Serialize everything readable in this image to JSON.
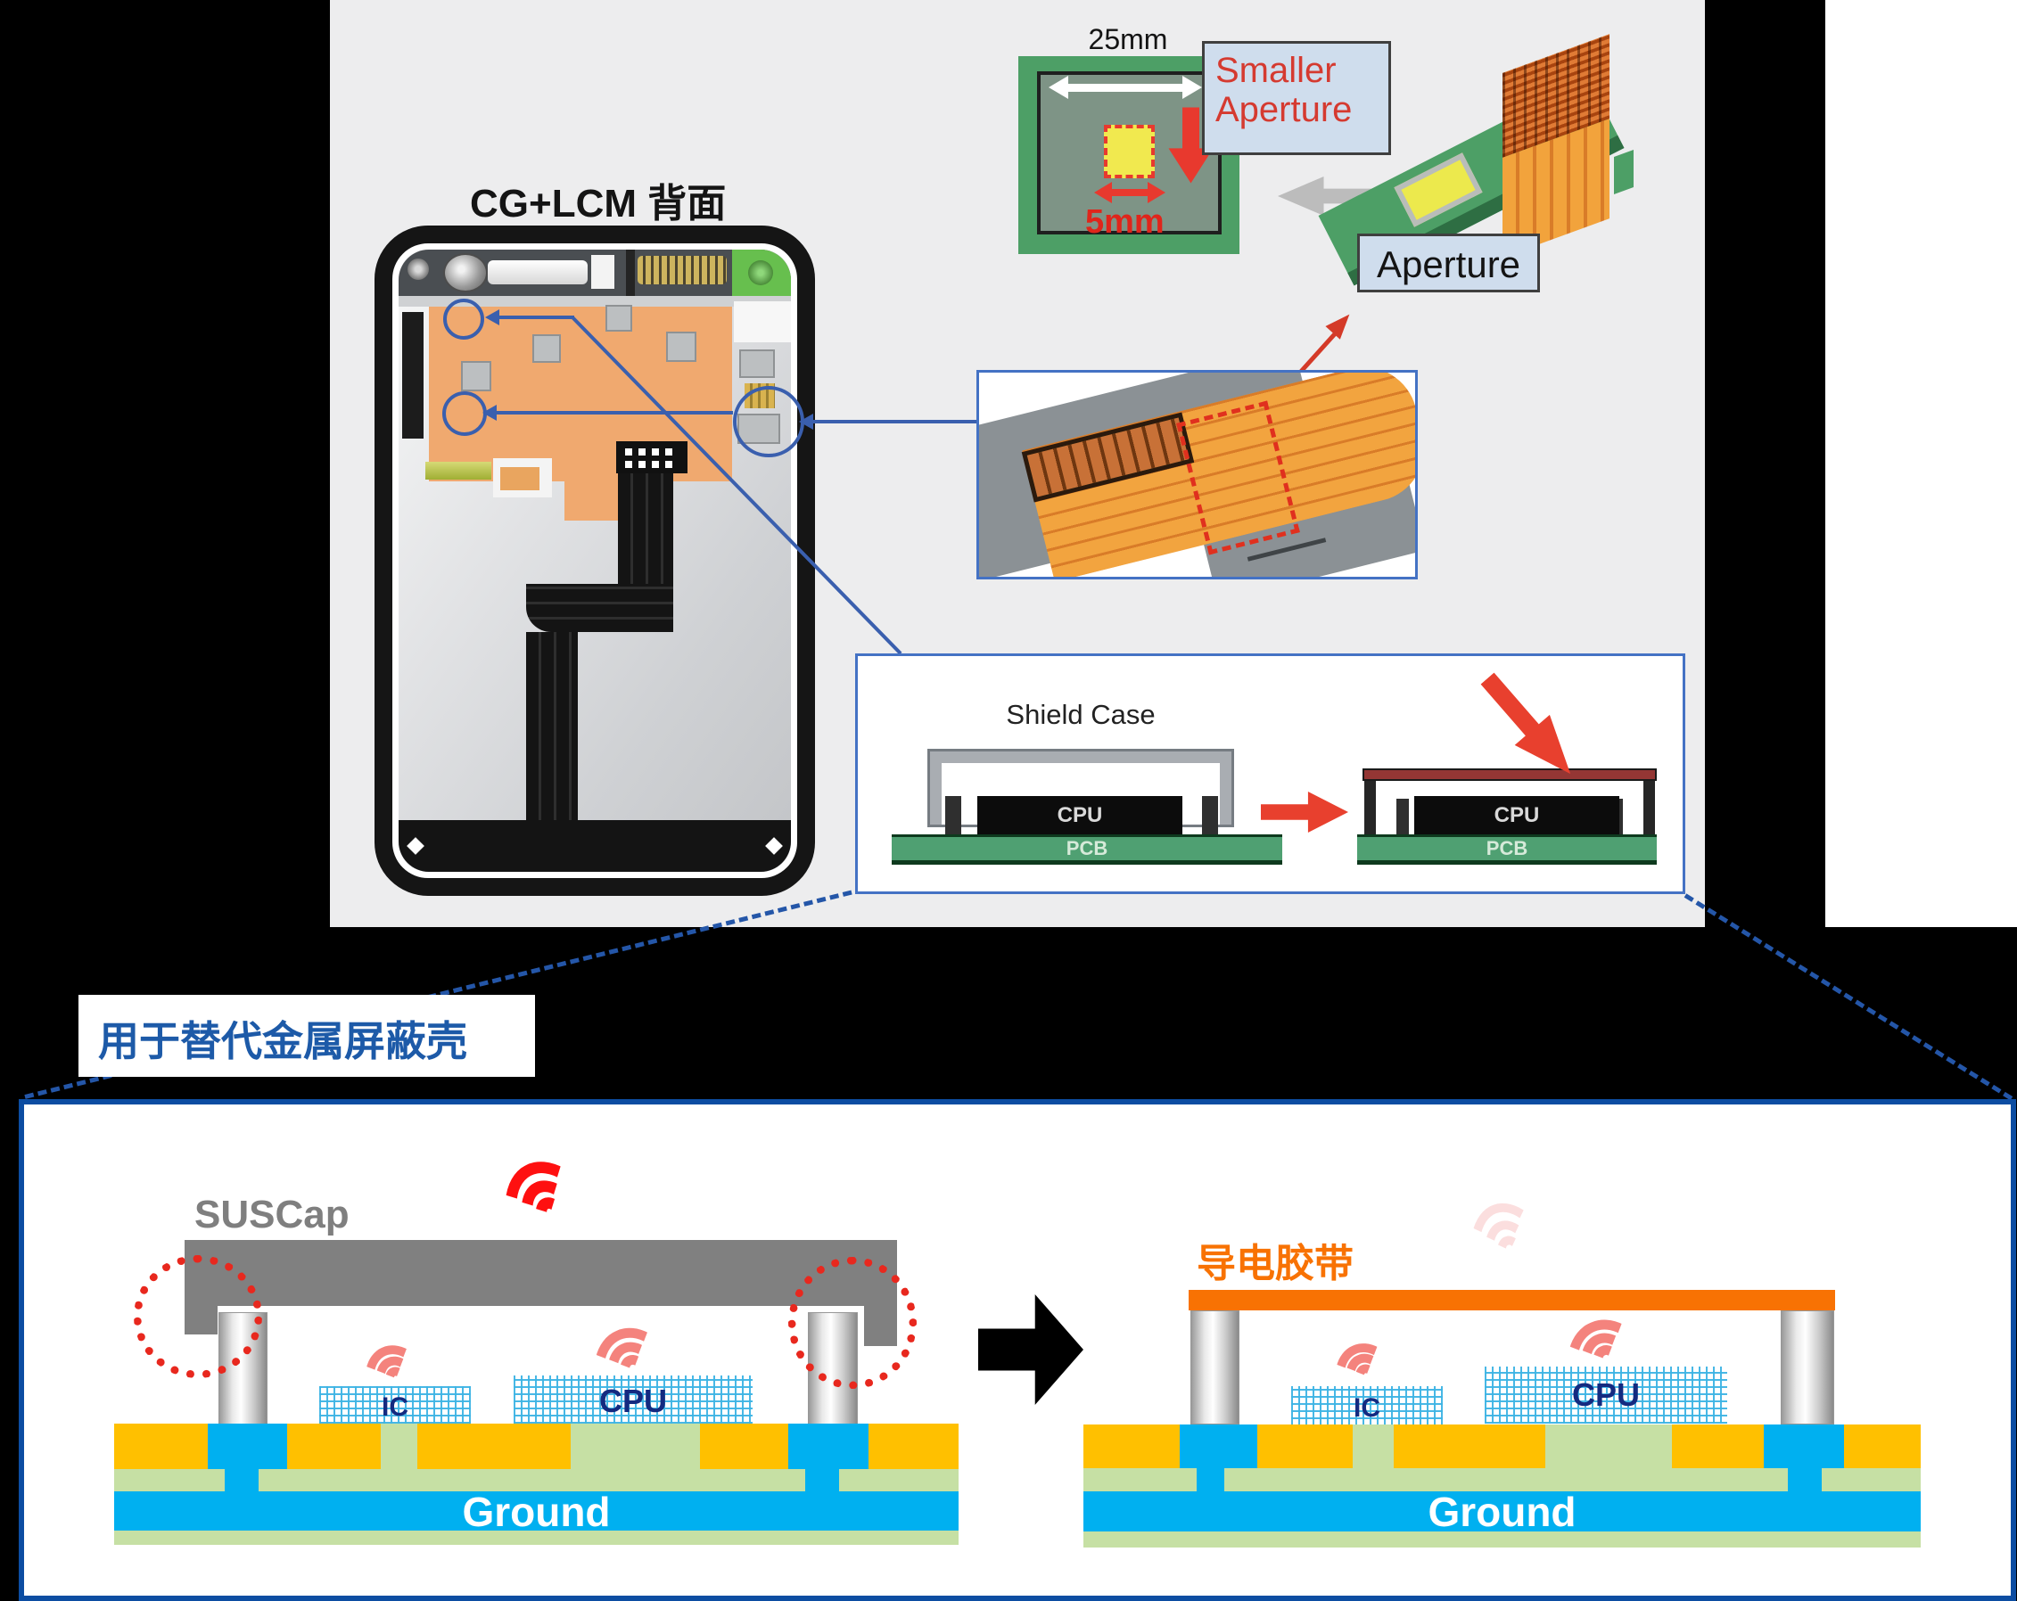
{
  "top_panel": {
    "phone_title": "CG+LCM 背面",
    "dimension_label": "25mm",
    "aperture_size_label": "5mm",
    "callout": {
      "line1": "Smaller",
      "line2": "Aperture"
    },
    "aperture_label": "Aperture",
    "shield_inset": {
      "title": "Shield Case",
      "before": {
        "chip": "CPU",
        "board": "PCB"
      },
      "after": {
        "chip": "CPU",
        "board": "PCB"
      }
    }
  },
  "bottom_panel": {
    "heading": "用于替代金属屏蔽壳",
    "before": {
      "cap_label": "SUSCap",
      "ic_label": "IC",
      "cpu_label": "CPU",
      "ground_label": "Ground"
    },
    "after": {
      "tape_label": "导电胶带",
      "ic_label": "IC",
      "cpu_label": "CPU",
      "ground_label": "Ground"
    }
  },
  "colors": {
    "accent_blue": "#3a5fae",
    "panel_border_blue": "#0c4da2",
    "inset_border_blue": "#4472c4",
    "red": "#e8392e",
    "strong_red": "#fe1010",
    "salmon": "#f4837d",
    "faint_pink": "#fbdede",
    "orange_tape": "#f87203",
    "yellow_layer": "#ffc000",
    "blue_layer": "#00b0f0",
    "green_layer": "#c6e0a4",
    "pcb_green": "#4fa072",
    "mesh_blue": "#41b6e6",
    "navy": "#142a80",
    "gray_cap": "#808080",
    "heading_blue": "#1d5aa8"
  }
}
